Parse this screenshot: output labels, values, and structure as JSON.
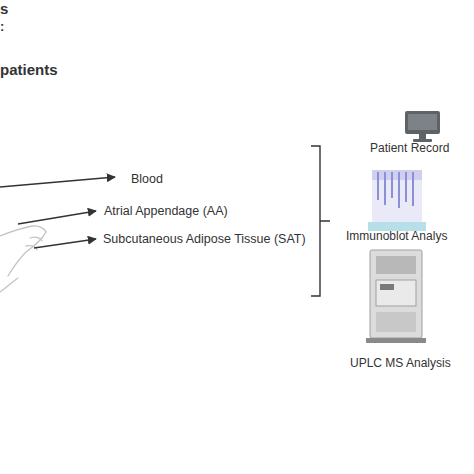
{
  "diagram": {
    "labels": [
      "s",
      ":",
      "patients",
      "Blood",
      "Atrial Appendage (AA)",
      "Subcutaneous Adipose Tissue (SAT)",
      "Patient Record",
      "Immunoblot Analys",
      "UPLC MS Analysis"
    ]
  }
}
